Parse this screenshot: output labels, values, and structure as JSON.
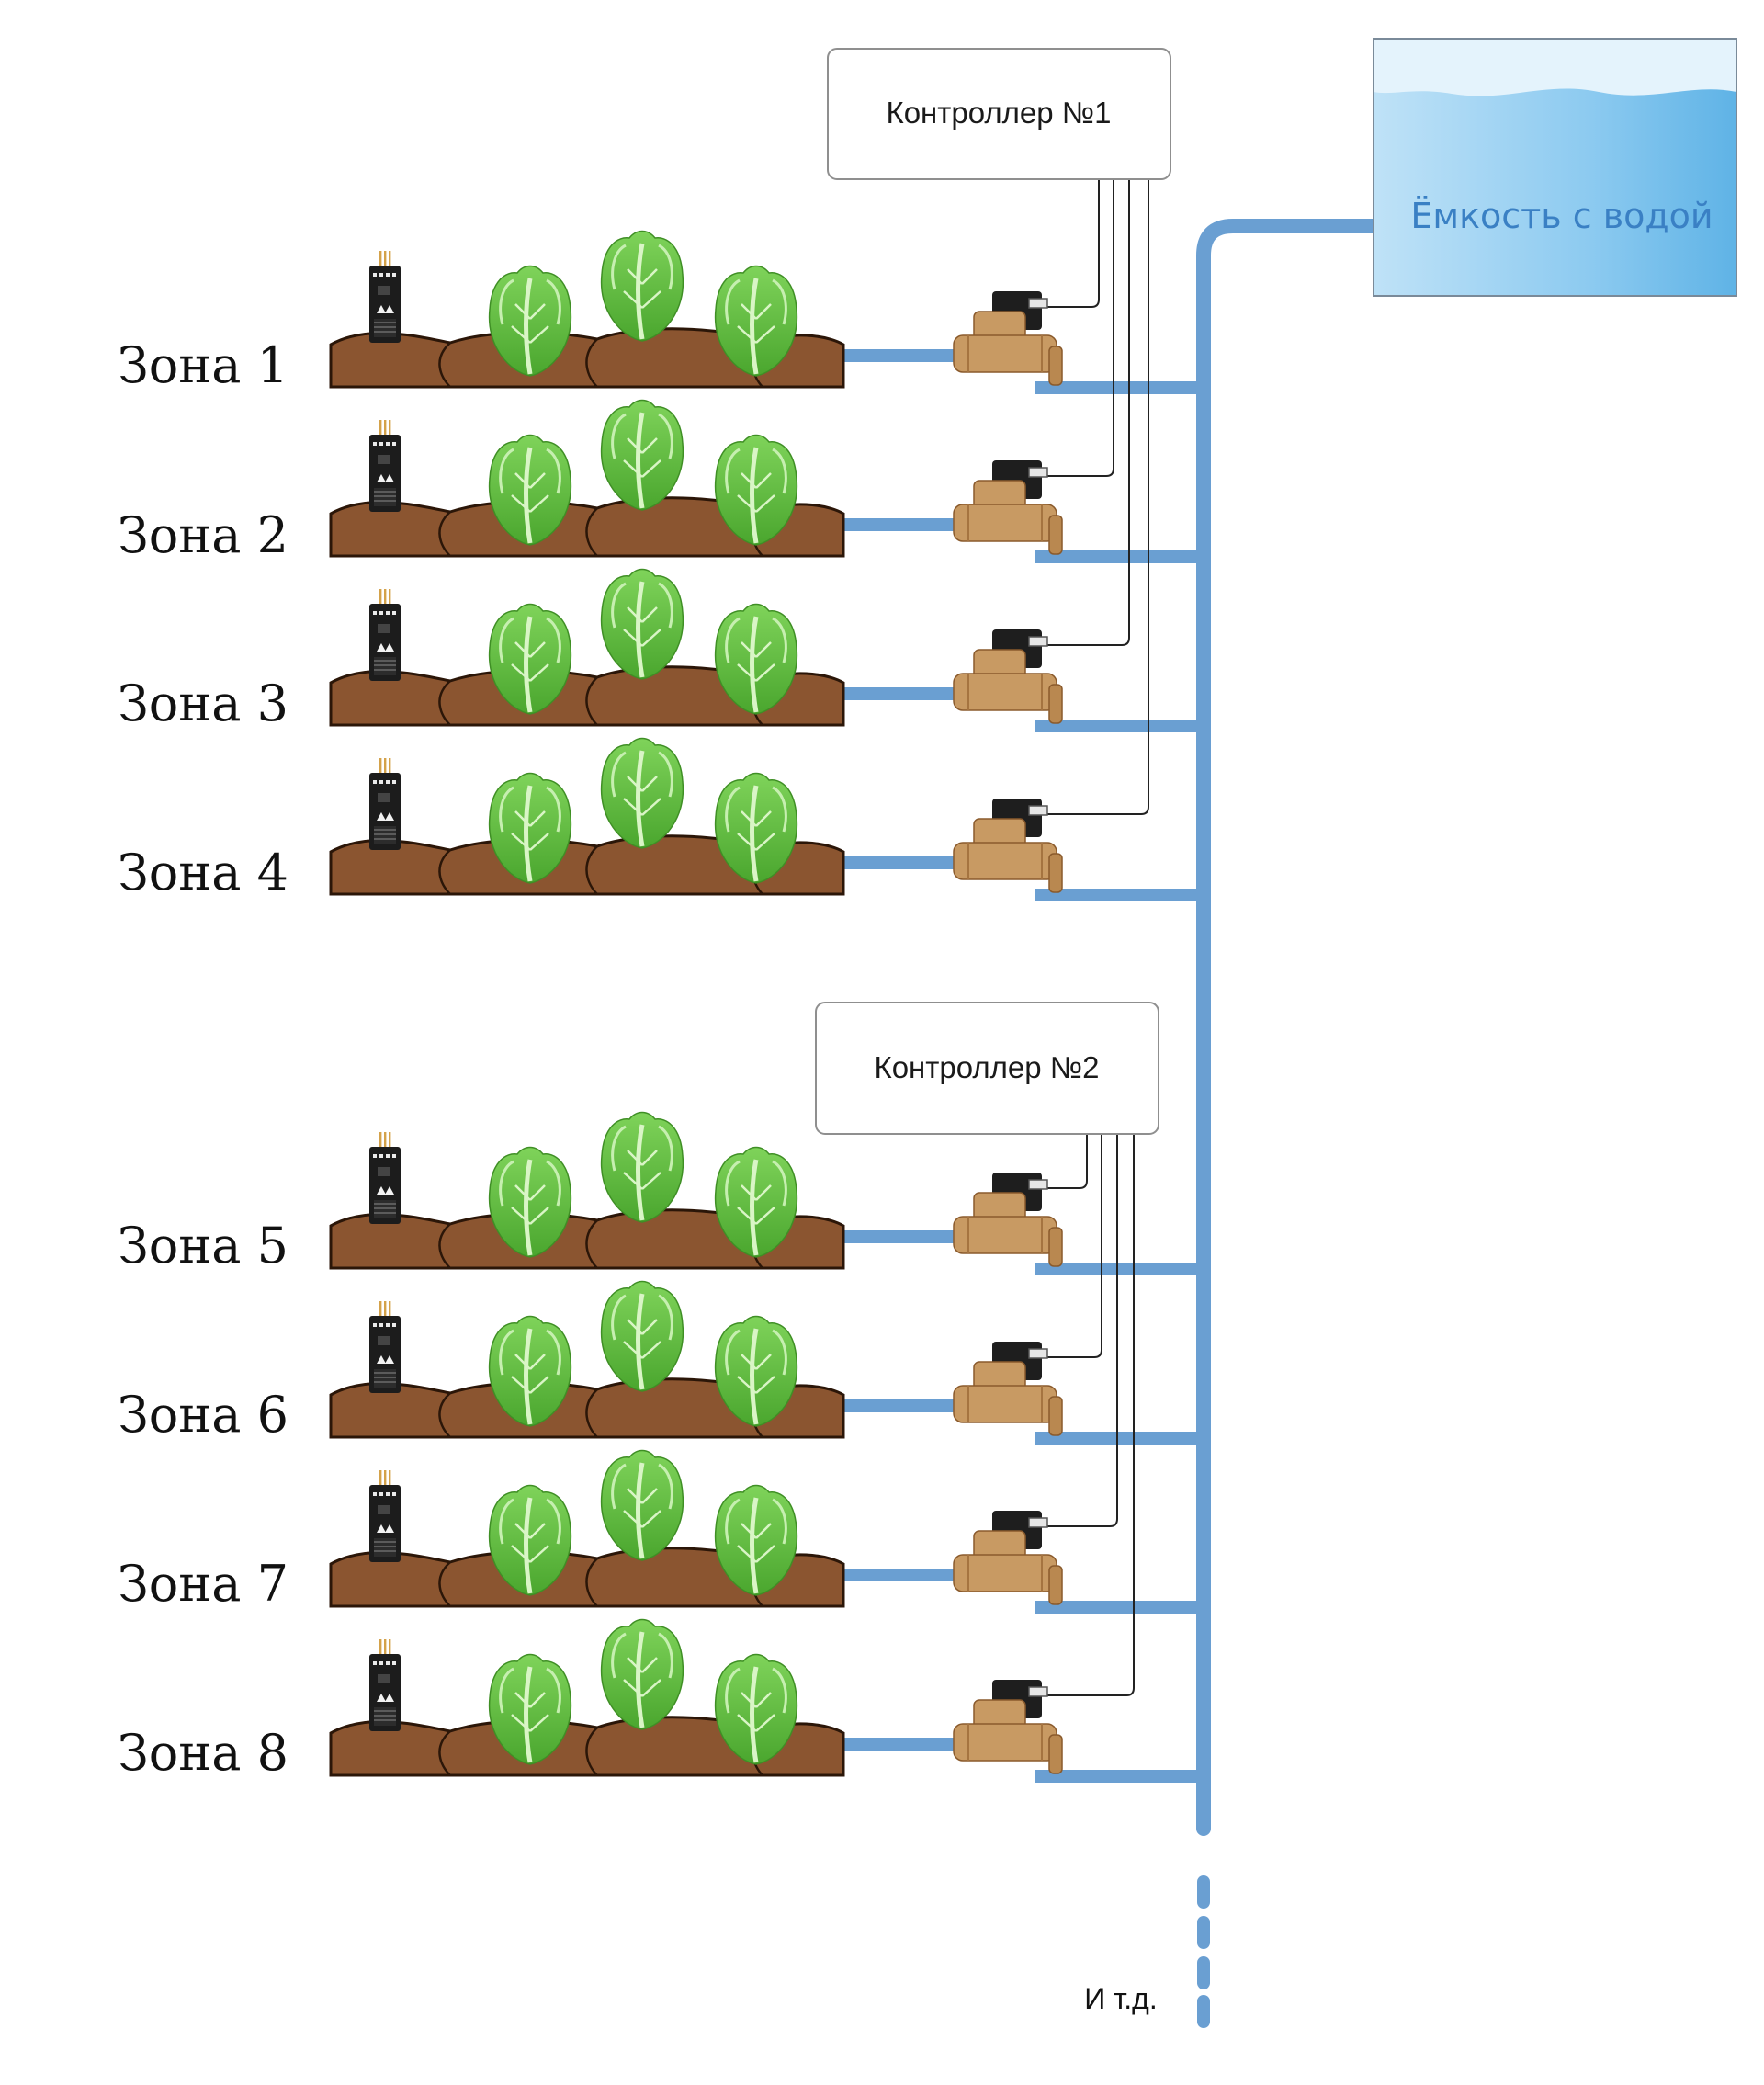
{
  "colors": {
    "pipe": "#6a9fd2",
    "soil": "#8b5530",
    "soil_dark": "#2b1608",
    "leaf": "#6cc24a",
    "leaf_light": "#b6e69a",
    "valve": "#c89a63",
    "valve_dark": "#8a5a2c",
    "wire": "#222222",
    "tank_text": "#3a80c4"
  },
  "tank": {
    "label": "Ёмкость с водой"
  },
  "controllers": [
    {
      "label": "Контроллер №1"
    },
    {
      "label": "Контроллер №2"
    }
  ],
  "zones": [
    {
      "label": "Зона 1"
    },
    {
      "label": "Зона 2"
    },
    {
      "label": "Зона 3"
    },
    {
      "label": "Зона 4"
    },
    {
      "label": "Зона 5"
    },
    {
      "label": "Зона 6"
    },
    {
      "label": "Зона 7"
    },
    {
      "label": "Зона 8"
    }
  ],
  "continuation": {
    "label": "И т.д."
  },
  "icons": {
    "sensor": "soil-moisture-sensor-icon",
    "valve": "solenoid-valve-icon",
    "plant": "lettuce-icon"
  }
}
